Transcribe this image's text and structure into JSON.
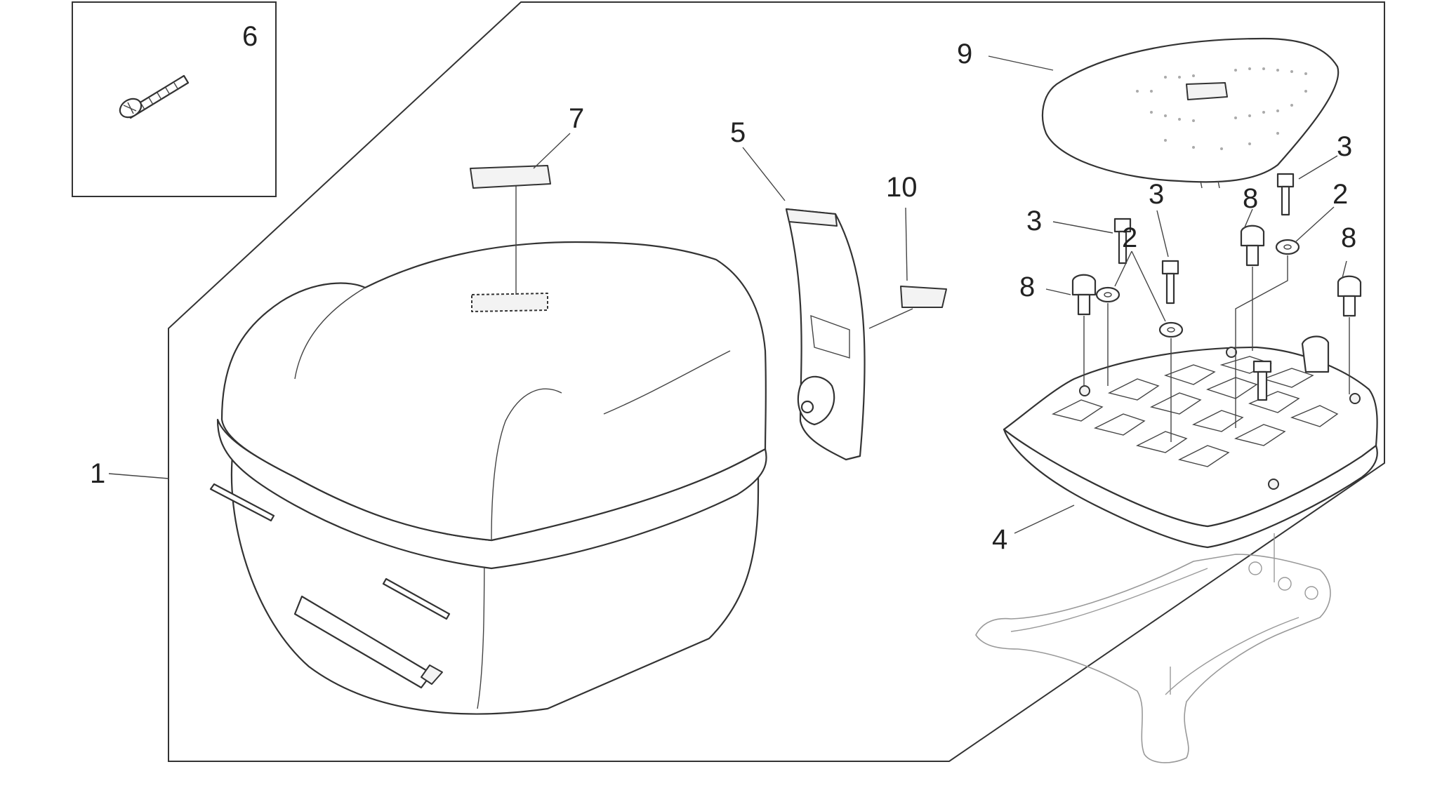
{
  "diagram": {
    "callouts": {
      "c1": "1",
      "c2a": "2",
      "c2b": "2",
      "c3a": "3",
      "c3b": "3",
      "c3c": "3",
      "c4": "4",
      "c5": "5",
      "c6": "6",
      "c7": "7",
      "c8a": "8",
      "c8b": "8",
      "c8c": "8",
      "c9": "9",
      "c10": "10"
    }
  }
}
